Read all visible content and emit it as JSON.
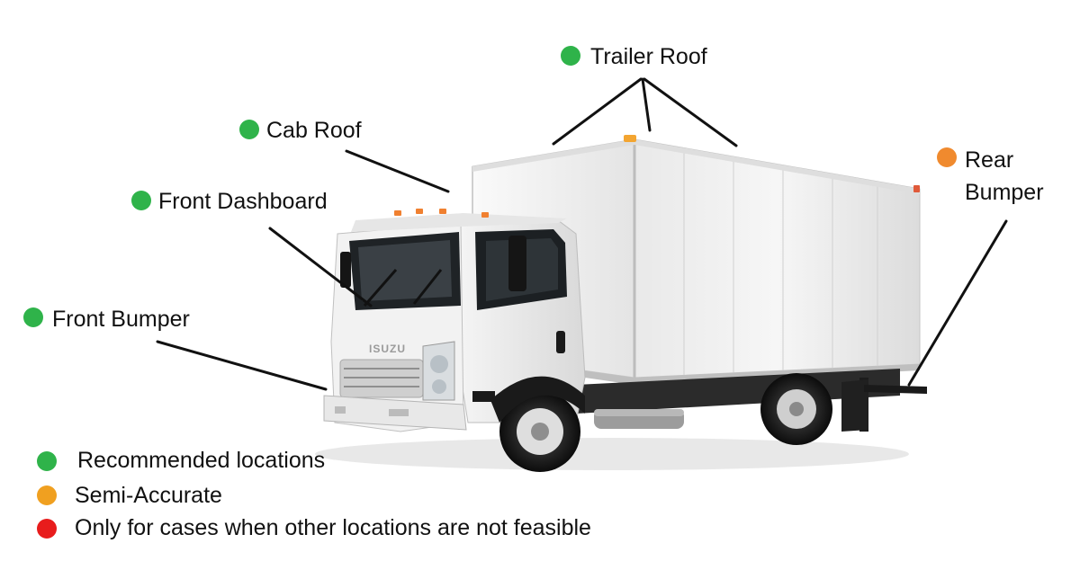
{
  "colors": {
    "recommended": "#2fb34a",
    "semi_accurate": "#f0a020",
    "not_feasible": "#e81c1c",
    "rear_bumper": "#f08a2e",
    "callout_line": "#111111"
  },
  "callouts": {
    "trailer_roof": "Trailer Roof",
    "cab_roof": "Cab Roof",
    "front_dashboard": "Front Dashboard",
    "front_bumper": "Front Bumper",
    "rear_bumper_line1": "Rear",
    "rear_bumper_line2": "Bumper"
  },
  "truck": {
    "brand": "ISUZU"
  },
  "legend": [
    {
      "label": "Recommended locations",
      "status": "recommended"
    },
    {
      "label": "Semi-Accurate",
      "status": "semi_accurate"
    },
    {
      "label": "Only for cases when other locations are not feasible",
      "status": "not_feasible"
    }
  ]
}
